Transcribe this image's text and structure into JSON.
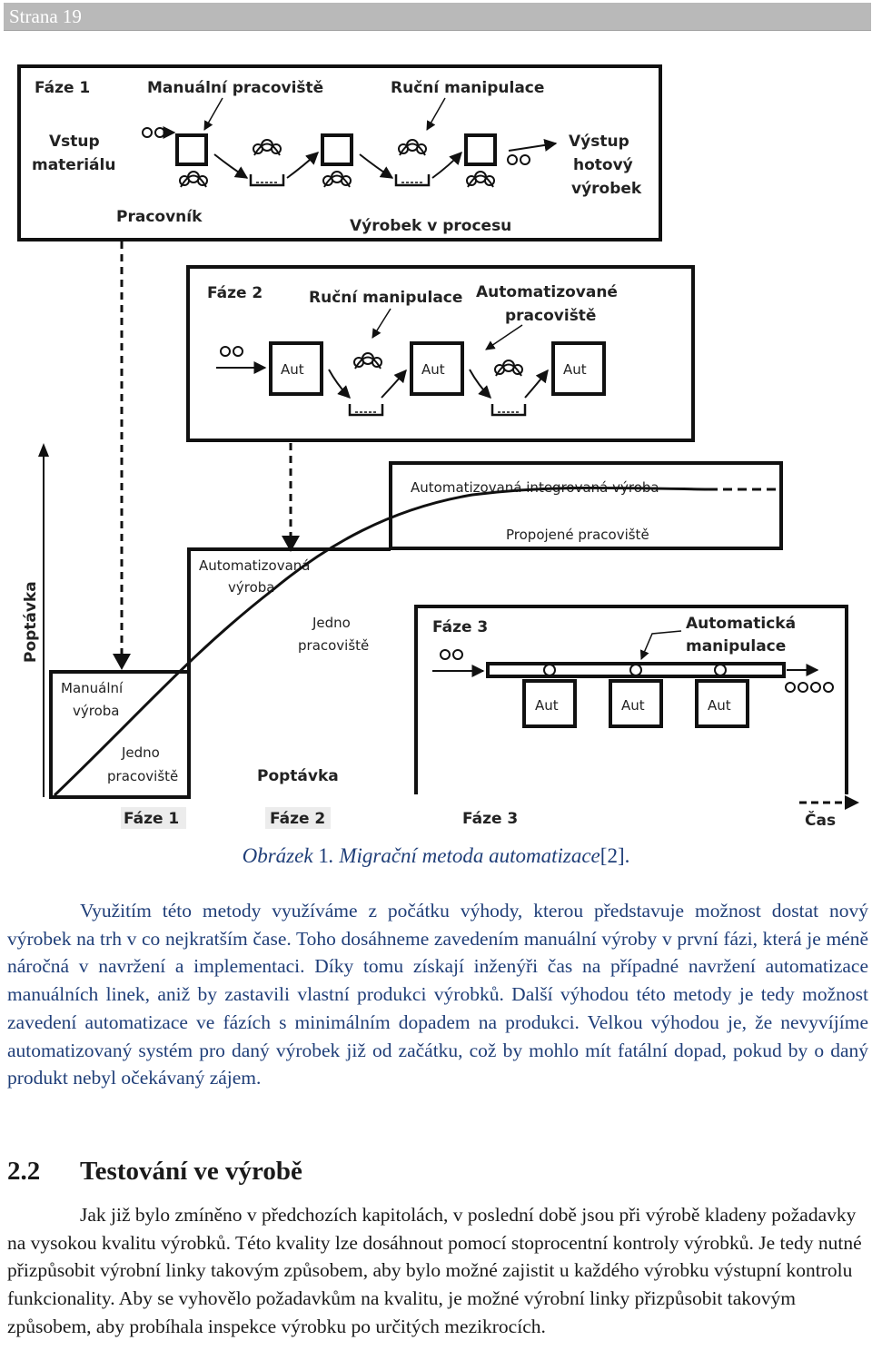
{
  "header": {
    "page_label": "Strana 19"
  },
  "figure": {
    "phase1": {
      "title": "Fáze 1",
      "label_manual_station": "Manuální pracoviště",
      "label_manual_handling": "Ruční manipulace",
      "input_line1": "Vstup",
      "input_line2": "materiálu",
      "output_line1": "Výstup",
      "output_line2": "hotový",
      "output_line3": "výrobek",
      "worker": "Pracovník",
      "wip": "Výrobek v procesu"
    },
    "phase2": {
      "title": "Fáze 2",
      "label_manual_handling": "Ruční manipulace",
      "label_auto_line1": "Automatizované",
      "label_auto_line2": "pracoviště",
      "station_label": "Aut"
    },
    "phase3": {
      "title": "Fáze 3",
      "label_auto_handling_line1": "Automatická",
      "label_auto_handling_line2": "manipulace",
      "station_label": "Aut"
    },
    "stage_manual": {
      "line1": "Manuální",
      "line2": "výroba",
      "sub1": "Jedno",
      "sub2": "pracoviště"
    },
    "stage_auto": {
      "line1": "Automatizovaná",
      "line2": "výroba",
      "sub1": "Jedno",
      "sub2": "pracoviště"
    },
    "stage_integrated": {
      "line1": "Automatizovaná integrovaná výroba",
      "sub1": "Propojené pracoviště"
    },
    "axis": {
      "y_label": "Poptávka",
      "curve_label": "Poptávka",
      "x_label": "Čas",
      "phase_ticks": [
        "Fáze 1",
        "Fáze 2",
        "Fáze 3"
      ]
    }
  },
  "caption": {
    "prefix": "Obrázek ",
    "number": "1",
    "text": ". Migrační metoda automatizace",
    "ref": "[2]."
  },
  "body": {
    "paragraph1": "Využitím této metody využíváme z počátku výhody, kterou představuje možnost dostat nový výrobek na trh v co nejkratším čase. Toho dosáhneme zavedením manuální výroby v první fázi, která je méně náročná v navržení a implementaci. Díky tomu získají inženýři čas na případné navržení automatizace manuálních linek, aniž by zastavili vlastní produkci výrobků. Další výhodou této metody je tedy možnost zavedení automatizace ve fázích s minimálním dopadem na produkci. Velkou výhodou je, že nevyvíjíme automatizovaný systém pro daný výrobek již od začátku, což by mohlo mít fatální dopad, pokud by o daný produkt nebyl očekávaný zájem.",
    "section_number": "2.2",
    "section_title": "Testování ve výrobě",
    "paragraph2": "Jak již bylo zmíněno v předchozích kapitolách, v poslední době jsou při výrobě kladeny požadavky na vysokou kvalitu výrobků. Této kvality lze dosáhnout pomocí stoprocentní kontroly výrobků. Je tedy nutné přizpůsobit výrobní linky takovým způsobem, aby bylo možné zajistit u každého výrobku výstupní kontrolu funkcionality. Aby se vyhovělo požadavkům na kvalitu, je možné výrobní linky přizpůsobit takovým způsobem, aby probíhala inspekce výrobku po určitých mezikrocích."
  }
}
